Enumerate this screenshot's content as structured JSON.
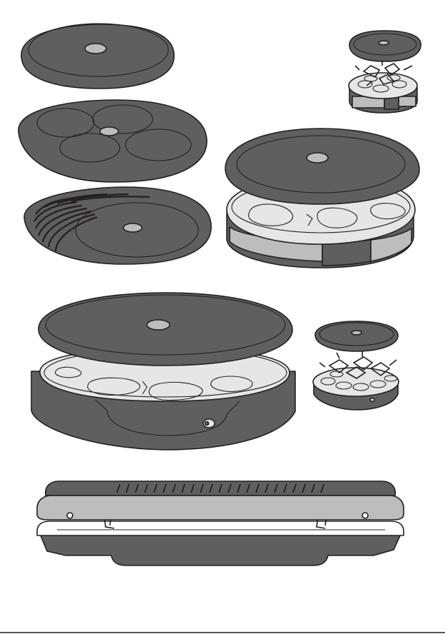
{
  "colors": {
    "plate_dark": "#5f5f5f",
    "plate_mid": "#8a8a8a",
    "plate_light": "#bdbdbd",
    "plate_pale": "#e6e6e6",
    "outline": "#231f20",
    "background": "#ffffff"
  },
  "components": [
    {
      "name": "crepe-plate-lid",
      "icon": "crepe-plate-icon"
    },
    {
      "name": "four-pancake-plate",
      "icon": "pancake-plate-icon"
    },
    {
      "name": "grill-plate",
      "icon": "grill-plate-icon"
    },
    {
      "name": "raclette-set-small",
      "icon": "raclette-small-icon"
    },
    {
      "name": "raclette-set-large",
      "icon": "raclette-large-icon"
    },
    {
      "name": "raclette-assembled-base",
      "icon": "raclette-base-icon"
    },
    {
      "name": "raclette-set-medium",
      "icon": "raclette-medium-icon"
    },
    {
      "name": "long-grill",
      "icon": "long-grill-icon"
    }
  ]
}
